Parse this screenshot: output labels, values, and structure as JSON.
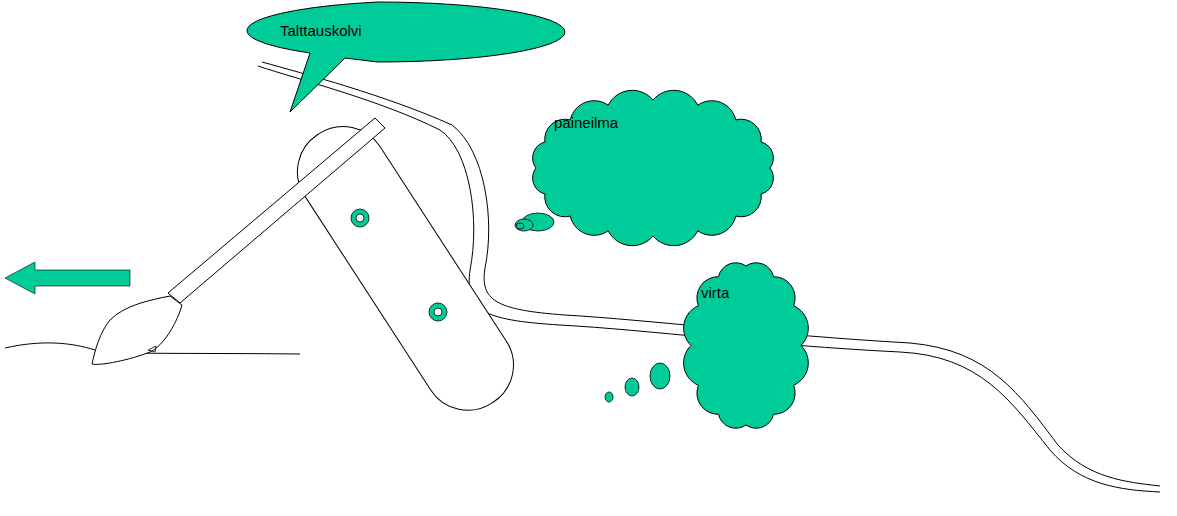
{
  "diagram": {
    "nodes": [
      {
        "text": [
          "Talttauskolvi"
        ]
      },
      {
        "text": [
          "paineilma"
        ]
      },
      {
        "text": [
          "virta"
        ]
      }
    ]
  }
}
